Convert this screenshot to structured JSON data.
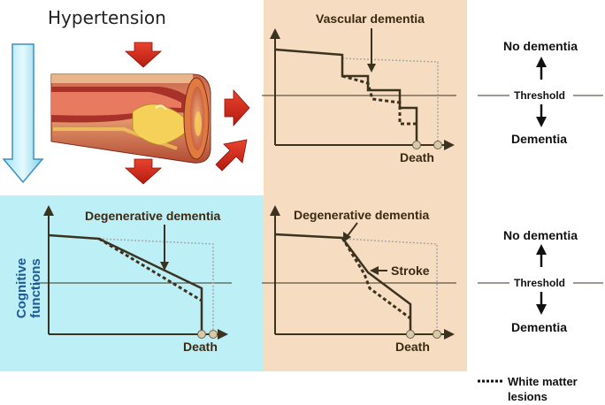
{
  "title": "Hypertension",
  "y_axis_label": "Cognitive functions",
  "panels": {
    "degenerative": {
      "label": "Degenerative dementia",
      "death": "Death"
    },
    "vascular": {
      "label": "Vascular dementia",
      "death": "Death"
    },
    "mixed": {
      "label": "Degenerative dementia",
      "stroke": "Stroke",
      "death": "Death"
    }
  },
  "scale_top": {
    "no_dementia": "No dementia",
    "threshold": "Threshold",
    "dementia": "Dementia"
  },
  "scale_bottom": {
    "no_dementia": "No dementia",
    "threshold": "Threshold",
    "dementia": "Dementia"
  },
  "legend": {
    "white_matter": "White matter lesions"
  },
  "colors": {
    "cyan_panel": "#bdeff7",
    "peach_panel": "#f6dcc0",
    "arrow_red": "#d42a1a",
    "line_dark": "#3b3320",
    "line_gray": "#a8a8a8"
  }
}
